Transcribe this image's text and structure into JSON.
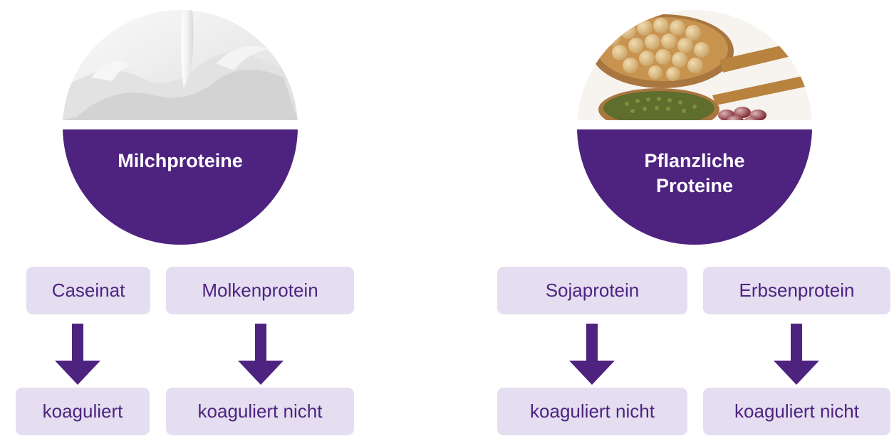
{
  "colors": {
    "primary": "#4e2380",
    "box_fill": "#e4def0",
    "box_text": "#4e2380",
    "caption_text": "#ffffff"
  },
  "groups": [
    {
      "caption_lines": [
        "Milchproteine"
      ],
      "image_icon": "milk-splash-photo",
      "items": [
        {
          "source": "Caseinat",
          "result": "koaguliert"
        },
        {
          "source": "Molkenprotein",
          "result": "koaguliert nicht"
        }
      ]
    },
    {
      "caption_lines": [
        "Pflanzliche",
        "Proteine"
      ],
      "image_icon": "legumes-spoons-photo",
      "items": [
        {
          "source": "Sojaprotein",
          "result": "koaguliert nicht"
        },
        {
          "source": "Erbsenprotein",
          "result": "koaguliert nicht"
        }
      ]
    }
  ]
}
